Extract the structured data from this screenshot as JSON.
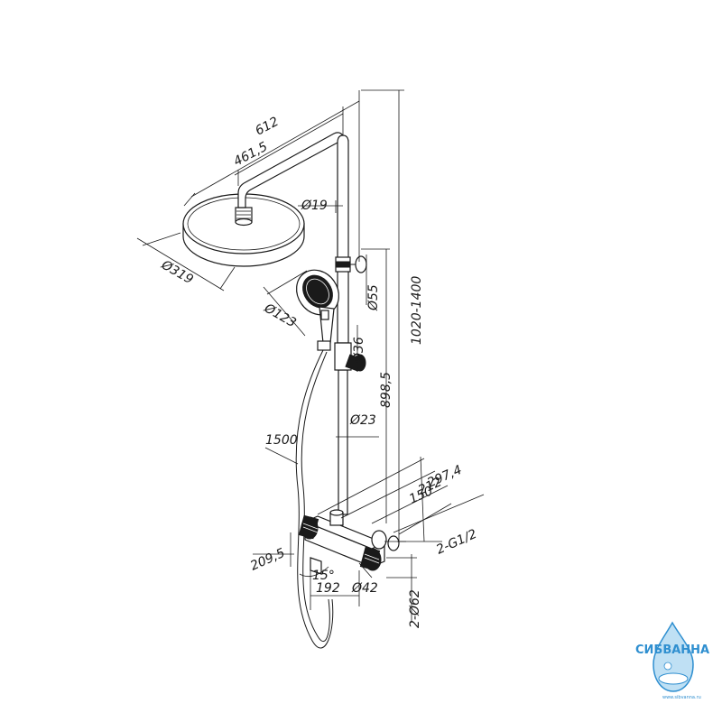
{
  "dimensions": {
    "d612": "612",
    "d461": "461,5",
    "d19": "Ø19",
    "d319": "Ø319",
    "d55": "Ø55",
    "d123": "Ø123",
    "d36": "Ø36",
    "d1020": "1020-1400",
    "d898": "898,5",
    "d23": "Ø23",
    "d1500": "1500",
    "d297": "297,4",
    "d212": "212",
    "d150": "150",
    "dg12": "2-G1/2",
    "d209": "209,5",
    "d15": "15°",
    "d192": "192",
    "d42": "Ø42",
    "d62": "2-Ø62"
  },
  "watermark": {
    "brand": "СИБВАННА",
    "url": "www.sibvanna.ru"
  }
}
